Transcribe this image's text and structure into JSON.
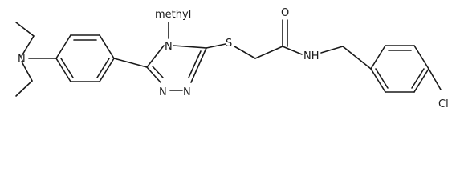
{
  "molecule": {
    "atoms": {
      "amine_n": "N",
      "n_methyl_label": "N",
      "methyl_label": "methyl",
      "ring_n_bottom_left": "N",
      "ring_n_bottom_right": "N",
      "thioether_s": "S",
      "carbonyl_o": "O",
      "amide_nh": "NH",
      "chlorine": "Cl"
    }
  }
}
